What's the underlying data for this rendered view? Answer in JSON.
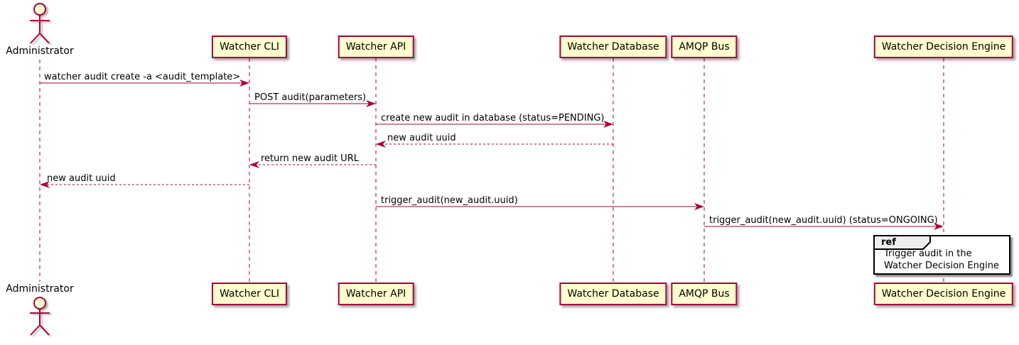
{
  "diagram": {
    "type": "uml-sequence-diagram",
    "participants": [
      {
        "id": "administrator",
        "label": "Administrator",
        "kind": "actor"
      },
      {
        "id": "watcher-cli",
        "label": "Watcher CLI",
        "kind": "participant"
      },
      {
        "id": "watcher-api",
        "label": "Watcher API",
        "kind": "participant"
      },
      {
        "id": "watcher-database",
        "label": "Watcher Database",
        "kind": "participant"
      },
      {
        "id": "amqp-bus",
        "label": "AMQP Bus",
        "kind": "participant"
      },
      {
        "id": "watcher-decision-engine",
        "label": "Watcher Decision Engine",
        "kind": "participant"
      }
    ],
    "messages": [
      {
        "from": "administrator",
        "to": "watcher-cli",
        "label": "watcher audit create -a <audit_template>",
        "style": "solid"
      },
      {
        "from": "watcher-cli",
        "to": "watcher-api",
        "label": "POST audit(parameters)",
        "style": "solid"
      },
      {
        "from": "watcher-api",
        "to": "watcher-database",
        "label": "create new audit in database (status=PENDING)",
        "style": "solid"
      },
      {
        "from": "watcher-database",
        "to": "watcher-api",
        "label": "new audit uuid",
        "style": "dashed"
      },
      {
        "from": "watcher-api",
        "to": "watcher-cli",
        "label": "return new audit URL",
        "style": "dashed"
      },
      {
        "from": "watcher-cli",
        "to": "administrator",
        "label": "new audit uuid",
        "style": "dashed"
      },
      {
        "from": "watcher-api",
        "to": "amqp-bus",
        "label": "trigger_audit(new_audit.uuid)",
        "style": "solid"
      },
      {
        "from": "amqp-bus",
        "to": "watcher-decision-engine",
        "label": "trigger_audit(new_audit.uuid) (status=ONGOING)",
        "style": "solid"
      }
    ],
    "ref": {
      "tag": "ref",
      "line1": "Trigger audit in the",
      "line2": "Watcher Decision Engine",
      "over": "watcher-decision-engine"
    },
    "colors": {
      "participant_fill": "#FEFECE",
      "participant_border": "#A80036",
      "line": "#A80036",
      "text": "#000000",
      "ref_border": "#000000",
      "ref_tab_fill": "#EEEEEE",
      "background": "#FFFFFF"
    }
  }
}
